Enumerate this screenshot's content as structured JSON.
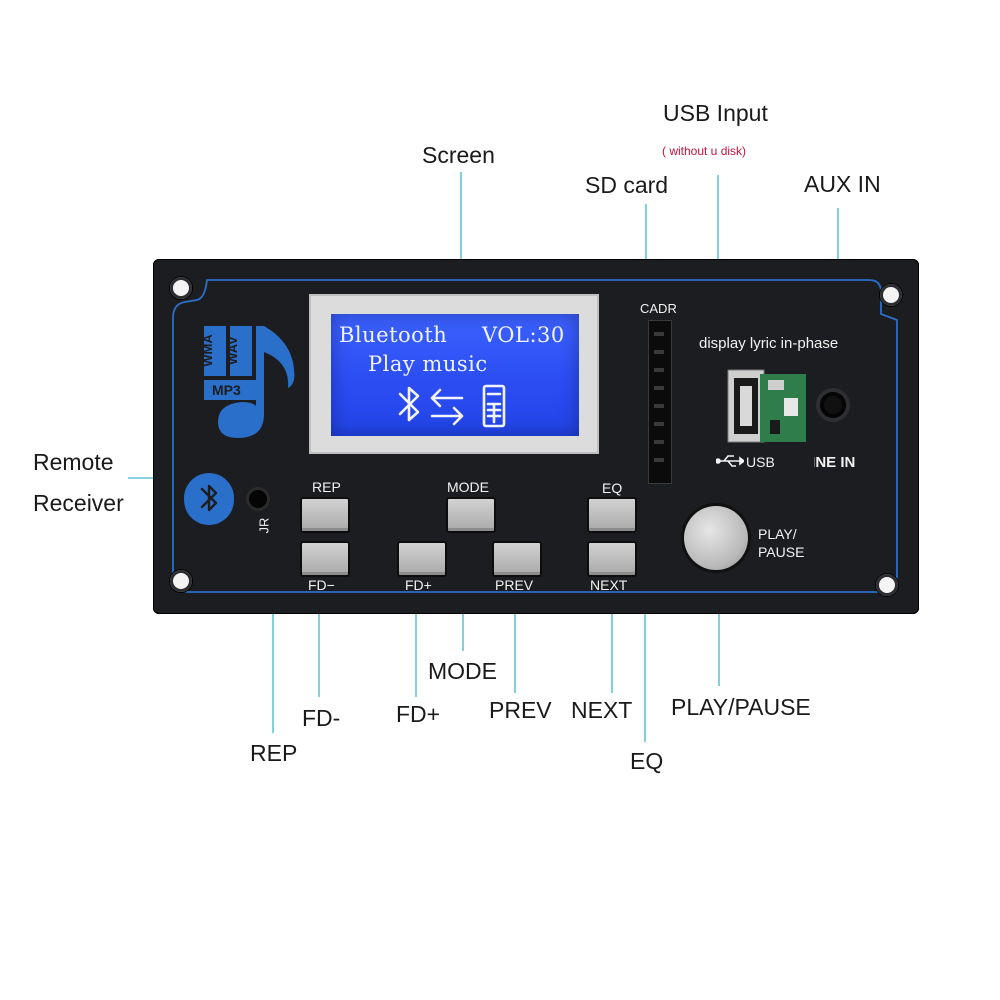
{
  "callouts": {
    "screen": "Screen",
    "usb_input": "USB Input",
    "usb_input_note": "( without u disk)",
    "sd_card": "SD card",
    "aux_in": "AUX IN",
    "remote": "Remote",
    "receiver": "Receiver",
    "mode": "MODE",
    "fd_minus": "FD-",
    "fd_plus": "FD+",
    "prev": "PREV",
    "next": "NEXT",
    "play_pause": "PLAY/PAUSE",
    "rep": "REP",
    "eq": "EQ"
  },
  "lcd": {
    "line1_left": "Bluetooth",
    "line1_right": "VOL:30",
    "line2": "Play music"
  },
  "panel": {
    "format_labels": [
      "WMA",
      "WAV",
      "MP3"
    ],
    "sd_label": "CADR",
    "lyric_label": "display lyric in-phase",
    "usb_label": "USB",
    "line_in_label": "LINE IN",
    "ir_mark": "JR",
    "buttons": {
      "rep": "REP",
      "mode": "MODE",
      "eq": "EQ",
      "fd_minus": "FD−",
      "fd_plus": "FD+",
      "prev": "PREV",
      "next": "NEXT",
      "play_pause_line1": "PLAY/",
      "play_pause_line2": "PAUSE"
    }
  },
  "colors": {
    "panel": "#1c1d20",
    "accent_blue": "#2a6fc9",
    "lcd_blue": "#2b4df2",
    "leader_line": "#3fb6c9"
  }
}
